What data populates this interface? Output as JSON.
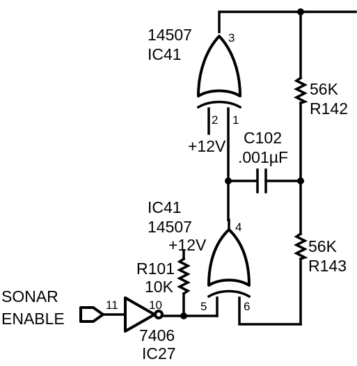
{
  "gates": {
    "upper": {
      "part": "14507",
      "ref": "IC41",
      "pin_out": "3",
      "pin_a": "2",
      "pin_b": "1",
      "supply": "+12V"
    },
    "lower": {
      "part": "14507",
      "ref": "IC41",
      "pin_out": "4",
      "pin_a": "5",
      "pin_b": "6",
      "supply": "+12V"
    }
  },
  "capacitor": {
    "ref": "C102",
    "value": ".001µF"
  },
  "resistors": {
    "r142": {
      "value": "56K",
      "ref": "R142"
    },
    "r143": {
      "value": "56K",
      "ref": "R143"
    },
    "r101": {
      "ref": "R101",
      "value": "10K"
    }
  },
  "inverter": {
    "part": "7406",
    "ref": "IC27",
    "pin_in": "11",
    "pin_out": "10"
  },
  "input": {
    "line1": "SONAR",
    "line2": "ENABLE"
  }
}
